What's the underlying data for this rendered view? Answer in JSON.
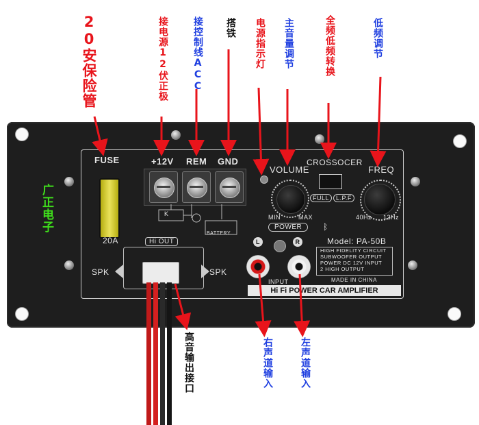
{
  "annotations": {
    "fuse": "20安保险管",
    "power_12v": "接电源12伏正极",
    "remote": "接控制线ACC",
    "ground": "搭铁",
    "power_led": "电源指示灯",
    "volume": "主音量调节",
    "crossover": "全频低频转换",
    "freq": "低频调节",
    "hi_out": "高音输出接口",
    "right_in": "右声道输入",
    "left_in": "左声道输入",
    "brand": "广正电子"
  },
  "panel": {
    "fuse": "FUSE",
    "fuse_rating": "20A",
    "plus12v": "+12V",
    "rem": "REM",
    "gnd": "GND",
    "battery": "BATTERY",
    "k": "K",
    "volume": "VOLUME",
    "min": "MIN",
    "max": "MAX",
    "power": "POWER",
    "crossocer": "CROSSOCER",
    "full": "FULL",
    "lpf": "L.P.F",
    "freq": "FREQ",
    "freq_min": "40Hz",
    "freq_max": "12Hz",
    "hi_out": "Hi OUT",
    "spk_left": "SPK",
    "spk_right": "SPK",
    "l": "L",
    "r": "R",
    "input": "INPUT",
    "model": "Model: PA-50B",
    "features": [
      "HIGH FIDELITY CIRCUIT",
      "SUBWOOFER OUTPUT",
      "POWER DC 12V INPUT",
      "2 HIGH OUTPUT"
    ],
    "made_in": "MADE IN CHINA",
    "title": "Hi Fi POWER CAR AMPLIFIER"
  },
  "colors": {
    "annotation_red": "#e8141b",
    "annotation_blue": "#1f3fe0",
    "brand_green": "#3fdc1c",
    "fuse_yellow": "#c9c21a",
    "plate": "#1e1e1e"
  }
}
